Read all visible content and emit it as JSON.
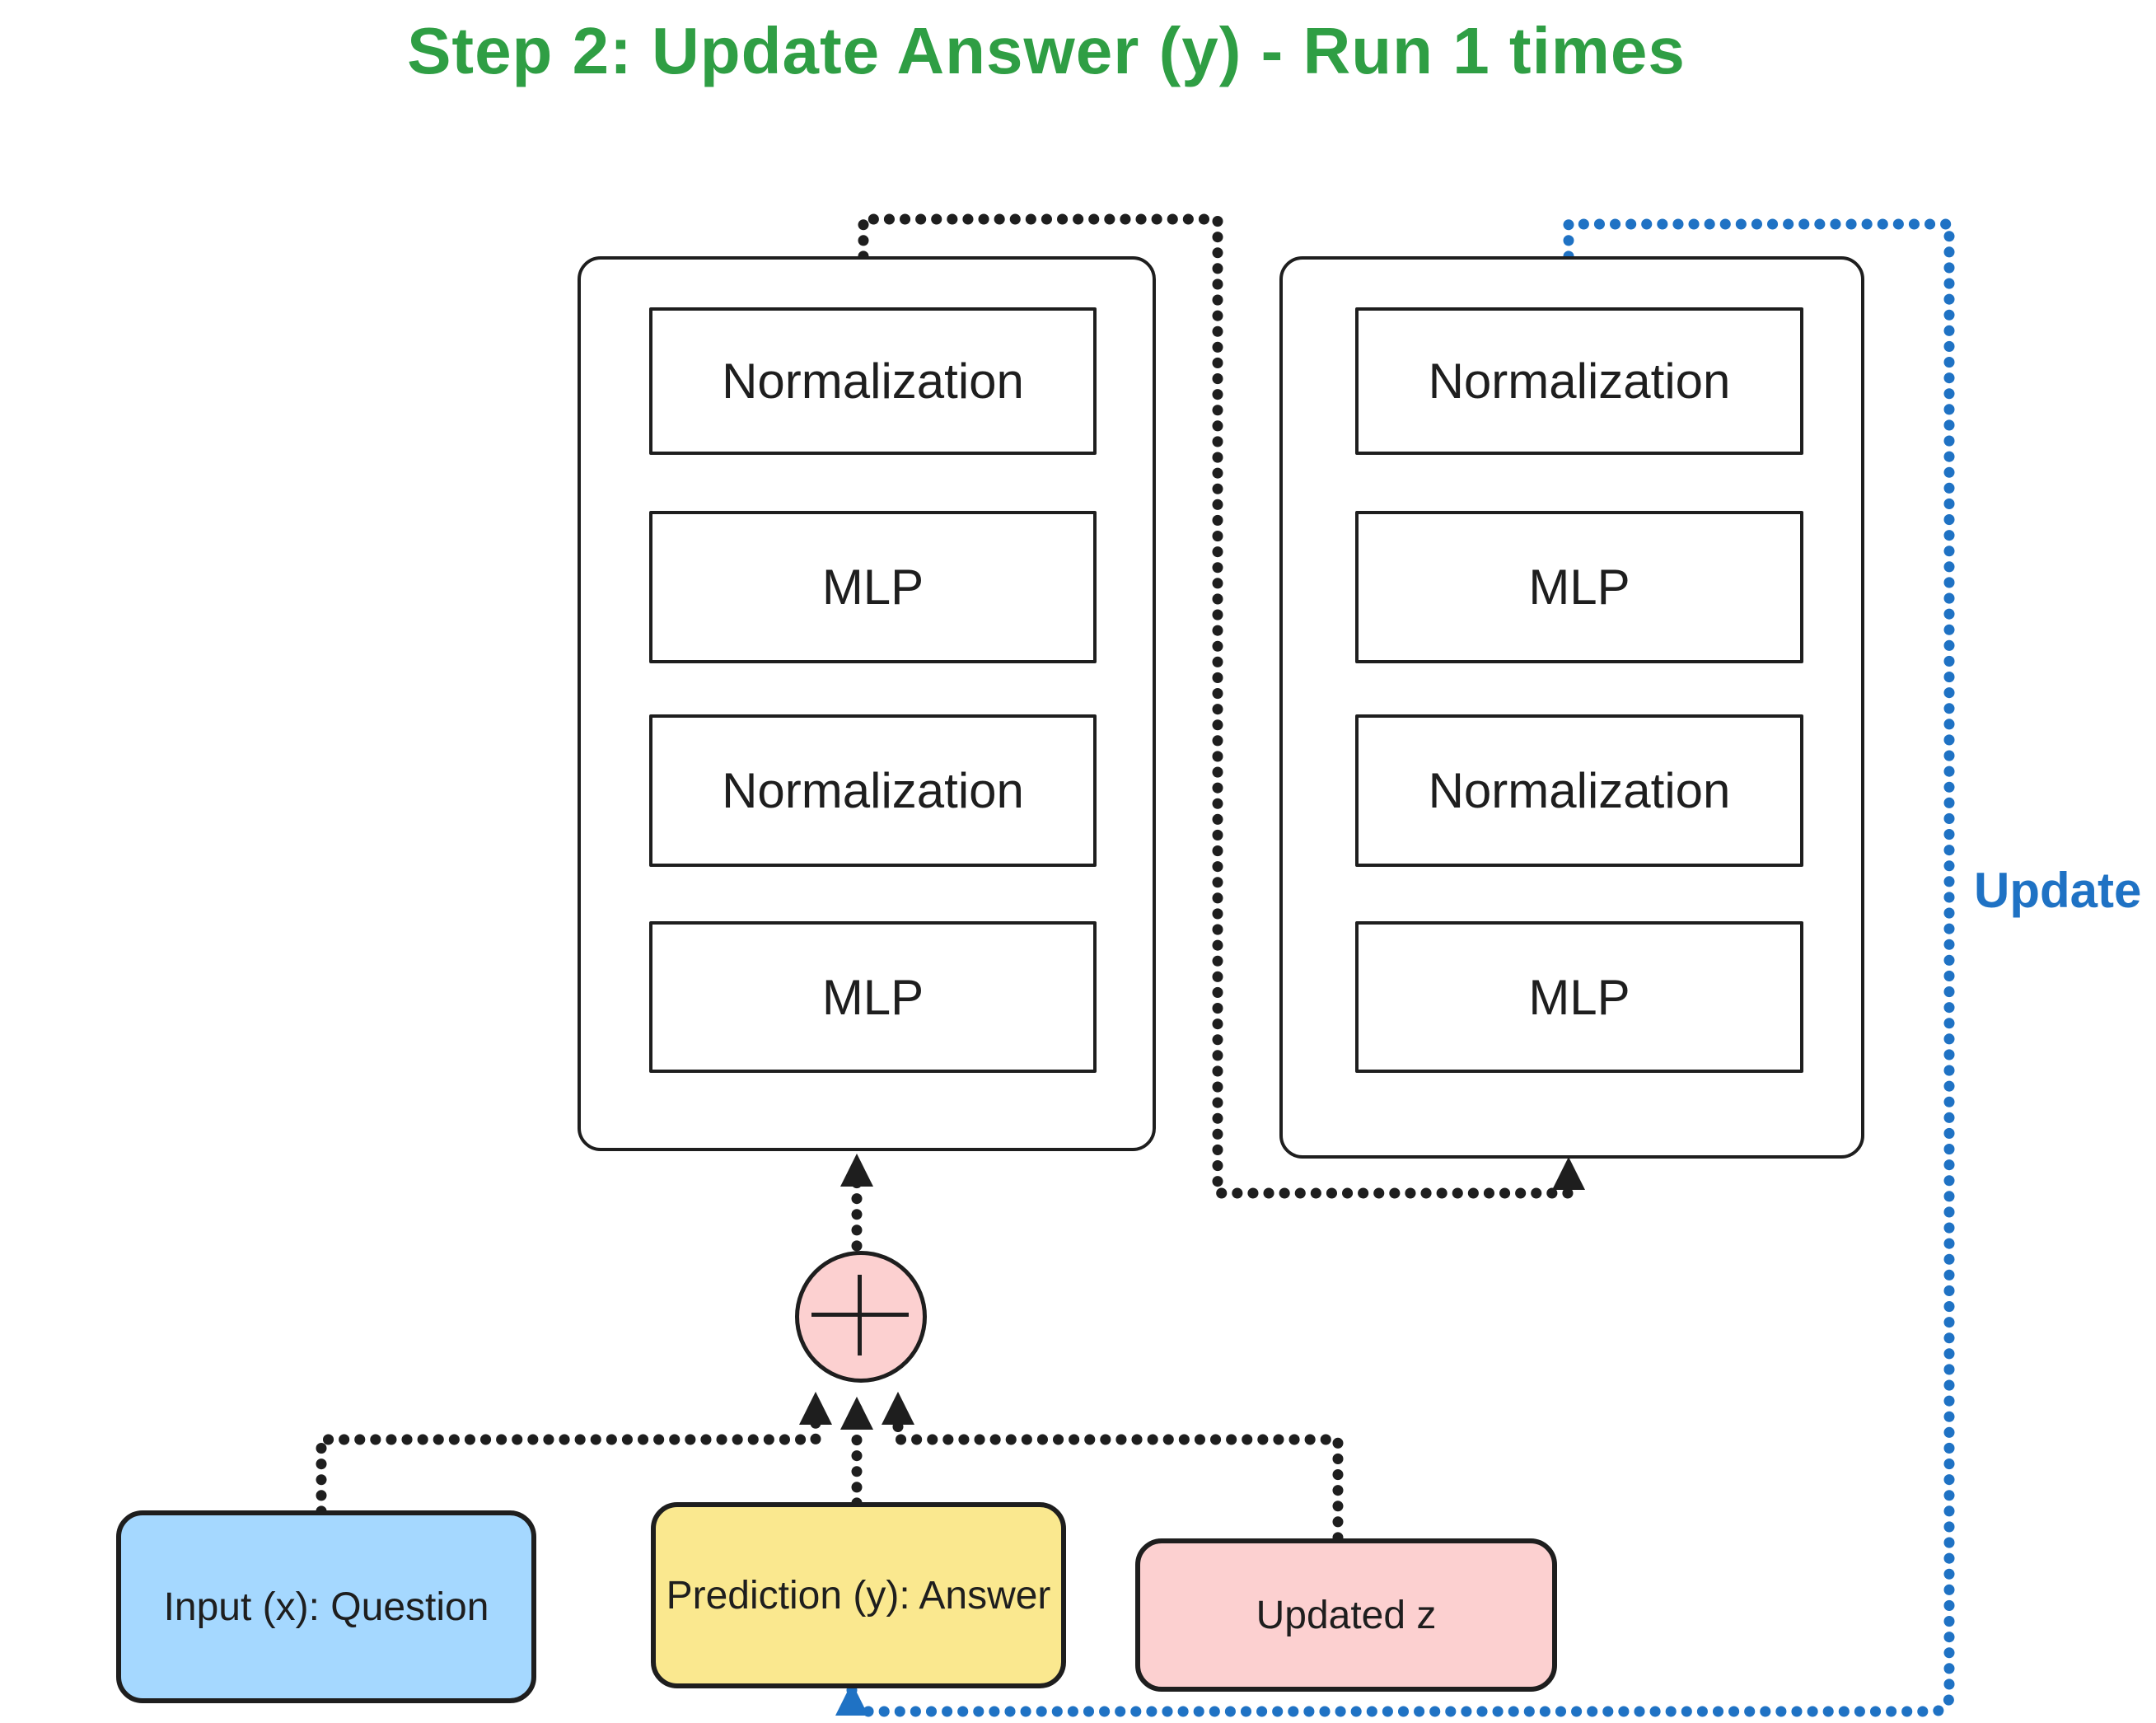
{
  "title": "Step 2: Update Answer (y) - Run 1 times",
  "colors": {
    "title_green": "#2f9e44",
    "update_blue": "#1f72c4",
    "stroke_black": "#1e1e1e",
    "input_fill": "#a5d8ff",
    "prediction_fill": "#fae88f",
    "updated_z_fill": "#fcd0d0",
    "sum_fill": "#fcd0d0"
  },
  "blocks": [
    {
      "name": "left-block",
      "layers": [
        "Normalization",
        "MLP",
        "Normalization",
        "MLP"
      ]
    },
    {
      "name": "right-block",
      "layers": [
        "Normalization",
        "MLP",
        "Normalization",
        "MLP"
      ]
    }
  ],
  "nodes": {
    "input": {
      "label": "Input (x): Question"
    },
    "prediction": {
      "label": "Prediction (y): Answer"
    },
    "updated_z": {
      "label": "Updated z"
    },
    "sum": {
      "icon": "plus-icon"
    }
  },
  "edges": {
    "update_label": "Update"
  }
}
